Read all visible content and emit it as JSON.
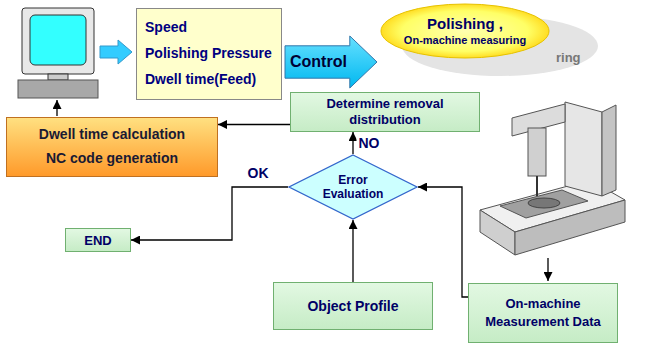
{
  "diagram": {
    "nodes": [
      {
        "text": [
          "Speed",
          "Polishing Pressure",
          "Dwell time(Feed)"
        ]
      },
      {
        "text": [
          "Control"
        ]
      },
      {
        "text": [
          "Polishing ,",
          "On-machine measuring"
        ]
      },
      {
        "text": [
          "Dwell time calculation",
          "NC code generation"
        ]
      },
      {
        "text": [
          "Determine removal distribution"
        ]
      },
      {
        "text": [
          "Error Evaluation"
        ]
      },
      {
        "text": [
          "On-machine Measurement Data"
        ]
      },
      {
        "text": [
          "END"
        ]
      },
      {
        "text": [
          "Object Profile"
        ]
      }
    ],
    "edges": [
      {
        "from": 4,
        "to": 3,
        "arrow": "to"
      },
      {
        "from": 5,
        "to": 4,
        "label": "NO",
        "arrow": "to"
      },
      {
        "from": 6,
        "to": 5,
        "arrow": "to"
      },
      {
        "from": 5,
        "to": 7,
        "label": "OK",
        "arrow": "to"
      },
      {
        "from": 8,
        "to": 5,
        "arrow": "to"
      }
    ],
    "labels": [
      "ring"
    ]
  }
}
